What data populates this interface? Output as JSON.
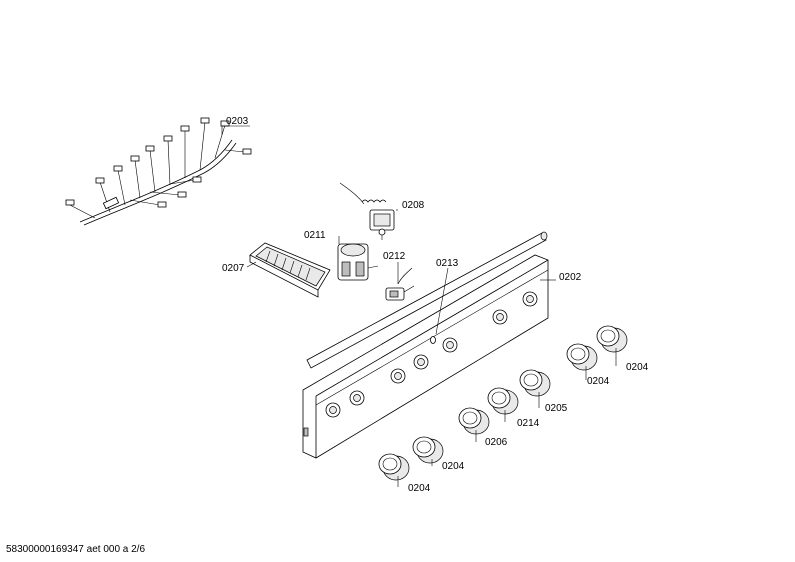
{
  "callouts": {
    "c0203": "0203",
    "c0208": "0208",
    "c0211": "0211",
    "c0207": "0207",
    "c0212": "0212",
    "c0213": "0213",
    "c0202": "0202",
    "c0204_a": "0204",
    "c0204_b": "0204",
    "c0205": "0205",
    "c0214": "0214",
    "c0206": "0206",
    "c0204_c": "0204",
    "c0204_d": "0204"
  },
  "footer": {
    "doc_id": "58300000169347 aet 000 a 2/6"
  }
}
